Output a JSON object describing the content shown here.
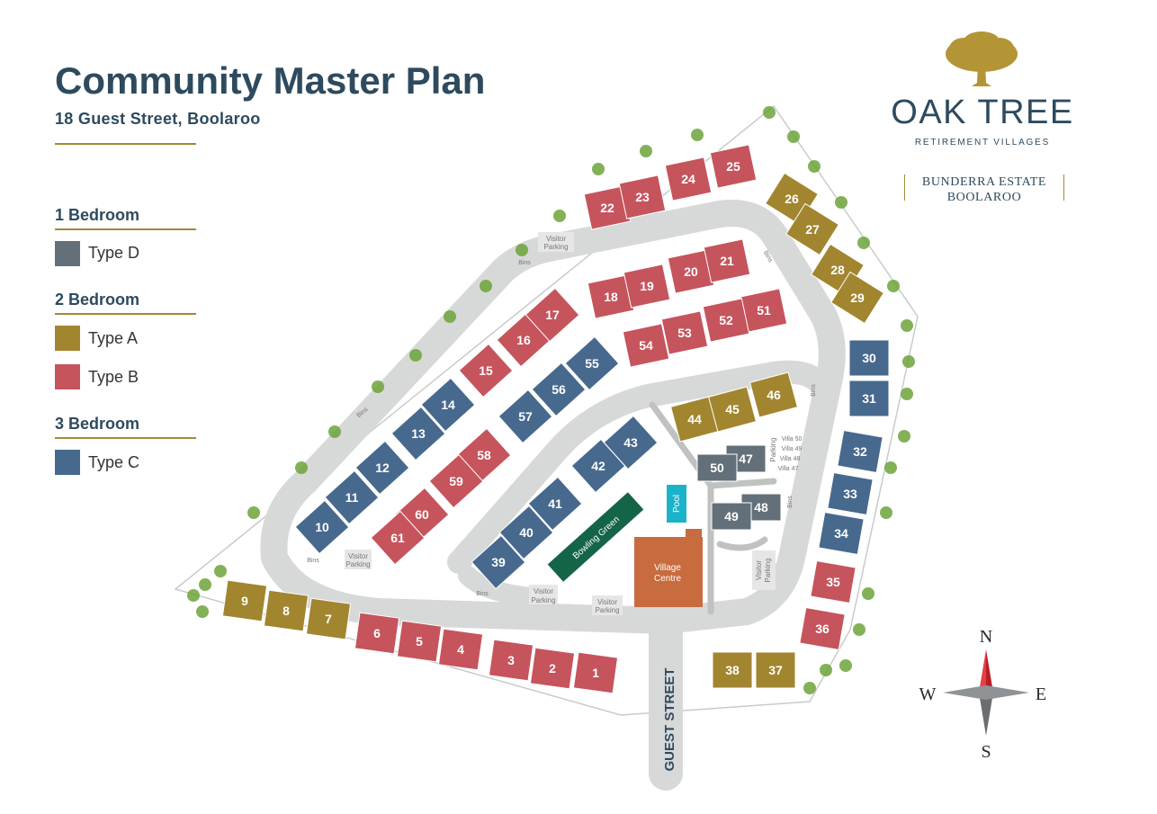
{
  "header": {
    "title": "Community Master Plan",
    "address": "18 Guest Street, Boolaroo"
  },
  "legend": {
    "one_bed_heading": "1 Bedroom",
    "type_d": "Type D",
    "two_bed_heading": "2 Bedroom",
    "type_a": "Type A",
    "type_b": "Type B",
    "three_bed_heading": "3 Bedroom",
    "type_c": "Type C"
  },
  "colors": {
    "type_a": "#a2852f",
    "type_b": "#c6545c",
    "type_c": "#47698e",
    "type_d": "#637079",
    "road": "#d7d8d8",
    "village_centre": "#c86b3f",
    "pool": "#1ab3c9",
    "bowling_green": "#146448",
    "accent": "#a28a36"
  },
  "logo": {
    "name": "OAK TREE",
    "tagline": "RETIREMENT VILLAGES",
    "estate_line1": "BUNDERRA ESTATE",
    "estate_line2": "BOOLAROO"
  },
  "compass": {
    "n": "N",
    "s": "S",
    "e": "E",
    "w": "W"
  },
  "map": {
    "street_name": "GUEST STREET",
    "village_centre_line1": "Village",
    "village_centre_line2": "Centre",
    "pool": "Pool",
    "bowling_green": "Bowling Green",
    "visitor_line1": "Visitor",
    "visitor_line2": "Parking",
    "bins": "Bins",
    "parking": "Parking",
    "villa_50": "Villa 50",
    "villa_49": "Villa 49",
    "villa_48": "Villa 48",
    "villa_47": "Villa 47",
    "units": [
      {
        "n": "1",
        "t": "B"
      },
      {
        "n": "2",
        "t": "B"
      },
      {
        "n": "3",
        "t": "B"
      },
      {
        "n": "4",
        "t": "B"
      },
      {
        "n": "5",
        "t": "B"
      },
      {
        "n": "6",
        "t": "B"
      },
      {
        "n": "7",
        "t": "A"
      },
      {
        "n": "8",
        "t": "A"
      },
      {
        "n": "9",
        "t": "A"
      },
      {
        "n": "10",
        "t": "C"
      },
      {
        "n": "11",
        "t": "C"
      },
      {
        "n": "12",
        "t": "C"
      },
      {
        "n": "13",
        "t": "C"
      },
      {
        "n": "14",
        "t": "C"
      },
      {
        "n": "15",
        "t": "B"
      },
      {
        "n": "16",
        "t": "B"
      },
      {
        "n": "17",
        "t": "B"
      },
      {
        "n": "18",
        "t": "B"
      },
      {
        "n": "19",
        "t": "B"
      },
      {
        "n": "20",
        "t": "B"
      },
      {
        "n": "21",
        "t": "B"
      },
      {
        "n": "22",
        "t": "B"
      },
      {
        "n": "23",
        "t": "B"
      },
      {
        "n": "24",
        "t": "B"
      },
      {
        "n": "25",
        "t": "B"
      },
      {
        "n": "26",
        "t": "A"
      },
      {
        "n": "27",
        "t": "A"
      },
      {
        "n": "28",
        "t": "A"
      },
      {
        "n": "29",
        "t": "A"
      },
      {
        "n": "30",
        "t": "C"
      },
      {
        "n": "31",
        "t": "C"
      },
      {
        "n": "32",
        "t": "C"
      },
      {
        "n": "33",
        "t": "C"
      },
      {
        "n": "34",
        "t": "C"
      },
      {
        "n": "35",
        "t": "B"
      },
      {
        "n": "36",
        "t": "B"
      },
      {
        "n": "37",
        "t": "A"
      },
      {
        "n": "38",
        "t": "A"
      },
      {
        "n": "39",
        "t": "C"
      },
      {
        "n": "40",
        "t": "C"
      },
      {
        "n": "41",
        "t": "C"
      },
      {
        "n": "42",
        "t": "C"
      },
      {
        "n": "43",
        "t": "C"
      },
      {
        "n": "44",
        "t": "A"
      },
      {
        "n": "45",
        "t": "A"
      },
      {
        "n": "46",
        "t": "A"
      },
      {
        "n": "47",
        "t": "D"
      },
      {
        "n": "48",
        "t": "D"
      },
      {
        "n": "49",
        "t": "D"
      },
      {
        "n": "50",
        "t": "D"
      },
      {
        "n": "51",
        "t": "B"
      },
      {
        "n": "52",
        "t": "B"
      },
      {
        "n": "53",
        "t": "B"
      },
      {
        "n": "54",
        "t": "B"
      },
      {
        "n": "55",
        "t": "C"
      },
      {
        "n": "56",
        "t": "C"
      },
      {
        "n": "57",
        "t": "C"
      },
      {
        "n": "58",
        "t": "B"
      },
      {
        "n": "59",
        "t": "B"
      },
      {
        "n": "60",
        "t": "B"
      },
      {
        "n": "61",
        "t": "B"
      }
    ]
  }
}
